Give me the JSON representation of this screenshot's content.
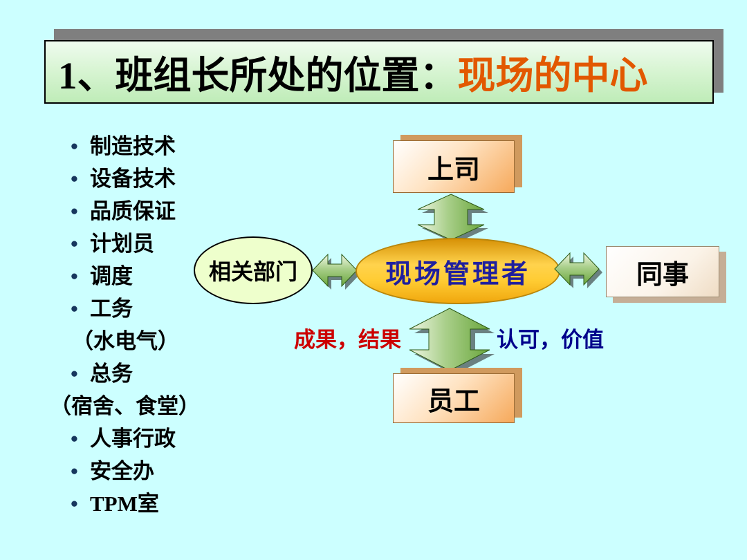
{
  "title": {
    "main": "1、班组长所处的位置：",
    "accent": "现场的中心"
  },
  "list": {
    "bullet": "•",
    "items": [
      {
        "text": "制造技术"
      },
      {
        "text": "设备技术"
      },
      {
        "text": "品质保证"
      },
      {
        "text": "计划员"
      },
      {
        "text": "调度"
      },
      {
        "text": "工务"
      },
      {
        "text": "（水电气）"
      },
      {
        "text": "总务"
      },
      {
        "text": "（宿舍、食堂）"
      },
      {
        "text": "人事行政"
      },
      {
        "text": "安全办"
      },
      {
        "text": "TPM室"
      }
    ]
  },
  "diagram": {
    "top_box": "上司",
    "left_ellipse": "相关部门",
    "center_ellipse": "现场管理者",
    "right_box": "同事",
    "bottom_box": "员工",
    "bottom_left_label": "成果，结果",
    "bottom_right_label": "认可，价值"
  },
  "colors": {
    "background": "#ccffff",
    "title_accent": "#e25800",
    "center_text": "#1f1f9e",
    "result_label": "#cc0000",
    "value_label": "#00008b",
    "arrow_green": "#6aa63c"
  }
}
